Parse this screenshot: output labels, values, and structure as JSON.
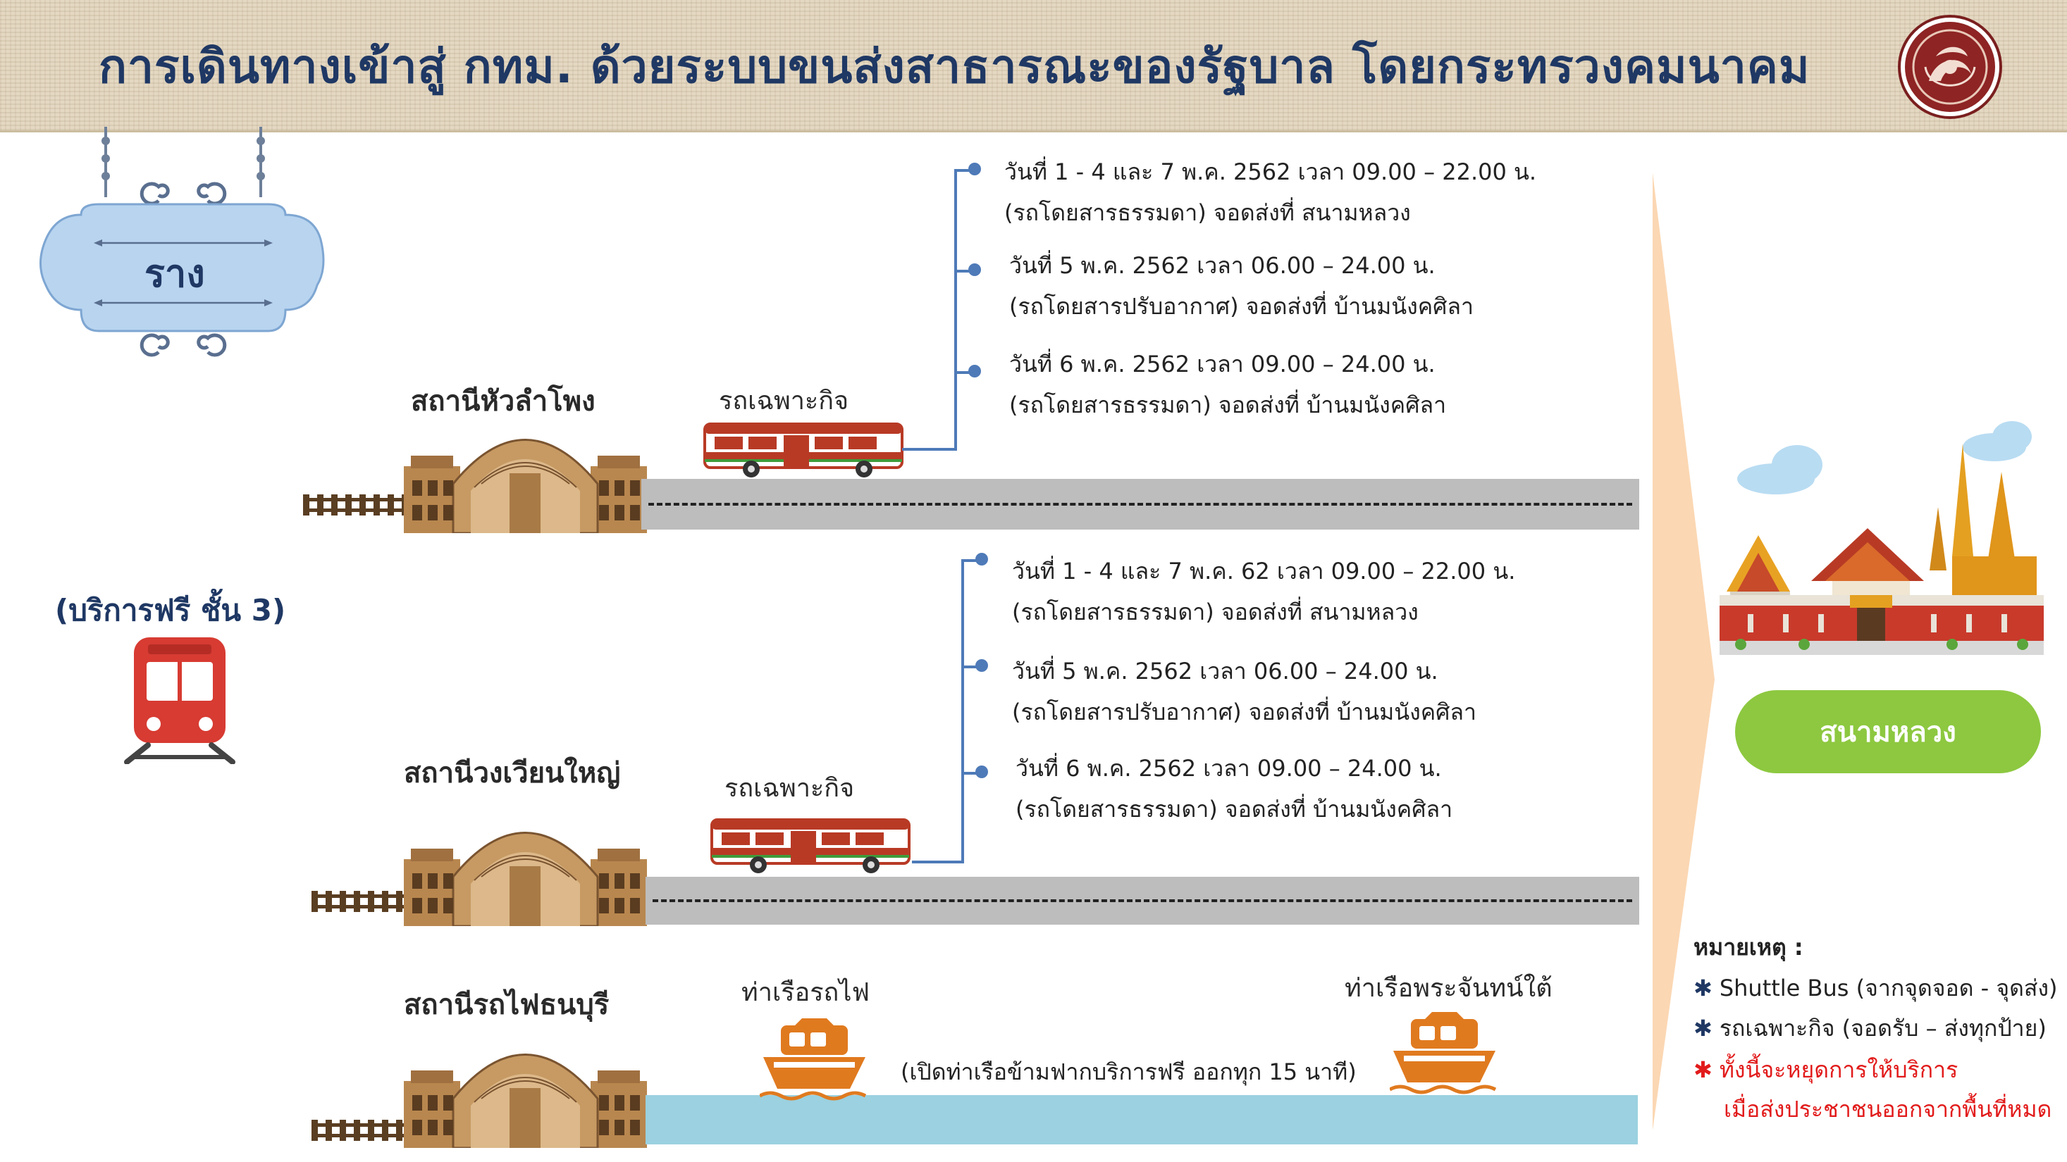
{
  "header": {
    "title": "การเดินทางเข้าสู่ กทม. ด้วยระบบขนส่งสาธารณะของรัฐบาล โดยกระทรวงคมนาคม"
  },
  "sign": {
    "text": "ราง"
  },
  "free_service": "(บริการฟรี ชั้น 3)",
  "stations": [
    {
      "name": "สถานีหัวลำโพง",
      "shuttle": "รถเฉพาะกิจ",
      "schedule": [
        {
          "line1": "วันที่ 1 - 4 และ 7 พ.ค. 2562 เวลา 09.00 – 22.00 น.",
          "line2": "(รถโดยสารธรรมดา) จอดส่งที่ สนามหลวง"
        },
        {
          "line1": "วันที่ 5 พ.ค. 2562  เวลา 06.00 – 24.00 น.",
          "line2": "(รถโดยสารปรับอากาศ) จอดส่งที่ บ้านมนังคศิลา"
        },
        {
          "line1": "วันที่ 6 พ.ค. 2562  เวลา 09.00 – 24.00 น.",
          "line2": "(รถโดยสารธรรมดา) จอดส่งที่ บ้านมนังคศิลา"
        }
      ]
    },
    {
      "name": "สถานีวงเวียนใหญ่",
      "shuttle": "รถเฉพาะกิจ",
      "schedule": [
        {
          "line1": "วันที่ 1 - 4 และ 7 พ.ค. 62 เวลา 09.00 – 22.00 น.",
          "line2": "(รถโดยสารธรรมดา) จอดส่งที่ สนามหลวง"
        },
        {
          "line1": "วันที่ 5 พ.ค. 2562  เวลา 06.00 – 24.00 น.",
          "line2": "(รถโดยสารปรับอากาศ) จอดส่งที่ บ้านมนังคศิลา"
        },
        {
          "line1": "วันที่ 6 พ.ค. 2562 เวลา 09.00 – 24.00 น.",
          "line2": "(รถโดยสารธรรมดา) จอดส่งที่ บ้านมนังคศิลา"
        }
      ]
    },
    {
      "name": "สถานีรถไฟธนบุรี",
      "pier_start": "ท่าเรือรถไฟ",
      "pier_end": "ท่าเรือพระจันทน์ใต้",
      "ferry_note": "(เปิดท่าเรือข้ามฟากบริการฟรี ออกทุก 15 นาที)"
    }
  ],
  "destination": "สนามหลวง",
  "notes": {
    "title": "หมายเหตุ :",
    "items": [
      {
        "text": "Shuttle Bus (จากจุดจอด - จุดส่ง)",
        "red": false
      },
      {
        "text": "รถเฉพาะกิจ (จอดรับ – ส่งทุกป้าย)",
        "red": false
      },
      {
        "text": "ทั้งนี้จะหยุดการให้บริการ",
        "red": true
      },
      {
        "text": "เมื่อส่งประชาชนออกจากพื้นที่หมด",
        "red": true
      }
    ]
  },
  "colors": {
    "title": "#1f3864",
    "connector": "#4e7ab8",
    "destination": "#8dc840",
    "ferry": "#e07a1f",
    "bus": "#b83a25",
    "train": "#d73b32",
    "note_red": "#e21b1b"
  }
}
